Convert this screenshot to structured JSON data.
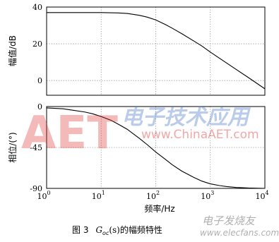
{
  "chart_data": [
    {
      "type": "line",
      "panel": "magnitude",
      "ylabel": "幅值/dB",
      "xscale": "log",
      "xlim": [
        1,
        10000
      ],
      "ylim": [
        -8,
        40
      ],
      "yticks": [
        0,
        20,
        40
      ],
      "grid": true,
      "series": [
        {
          "x": [
            1,
            3,
            10,
            20,
            30,
            50,
            70,
            100,
            150,
            200,
            300,
            500,
            700,
            1000,
            2000,
            3000,
            5000,
            10000
          ],
          "values": [
            37,
            37,
            37,
            36.8,
            36.5,
            35.5,
            34.5,
            33,
            30.5,
            28.5,
            25.5,
            21.5,
            18.8,
            15.5,
            9.5,
            6,
            1.6,
            -4.5
          ]
        }
      ]
    },
    {
      "type": "line",
      "panel": "phase",
      "ylabel": "相位/(°)",
      "xlabel": "频率/Hz",
      "xscale": "log",
      "xlim": [
        1,
        10000
      ],
      "ylim": [
        -90,
        0
      ],
      "yticks": [
        0,
        -45,
        -90
      ],
      "xtick_labels": [
        "10^0",
        "10^1",
        "10^2",
        "10^3",
        "10^4"
      ],
      "grid": true,
      "series": [
        {
          "x": [
            1,
            2,
            3,
            5,
            7,
            10,
            15,
            20,
            30,
            50,
            70,
            100,
            150,
            200,
            300,
            500,
            700,
            1000,
            1500,
            2000,
            3000,
            5000,
            10000
          ],
          "values": [
            -1.5,
            -2.5,
            -4,
            -6,
            -8,
            -11,
            -15,
            -19,
            -25,
            -35,
            -42,
            -50,
            -58,
            -64,
            -71,
            -78,
            -82,
            -85,
            -87,
            -88,
            -89,
            -89.6,
            -90
          ]
        }
      ]
    }
  ],
  "caption": {
    "prefix": "图 3",
    "func_G": "G",
    "func_sub": "oc",
    "func_arg": "(s)",
    "suffix": "的幅频特性"
  },
  "watermarks": {
    "aet": "AET",
    "url": "www.ChinaAET.com",
    "cn": "电子技术应用",
    "elecfans": "电子发烧友",
    "elecfans_url": "www.elecfans.com"
  }
}
